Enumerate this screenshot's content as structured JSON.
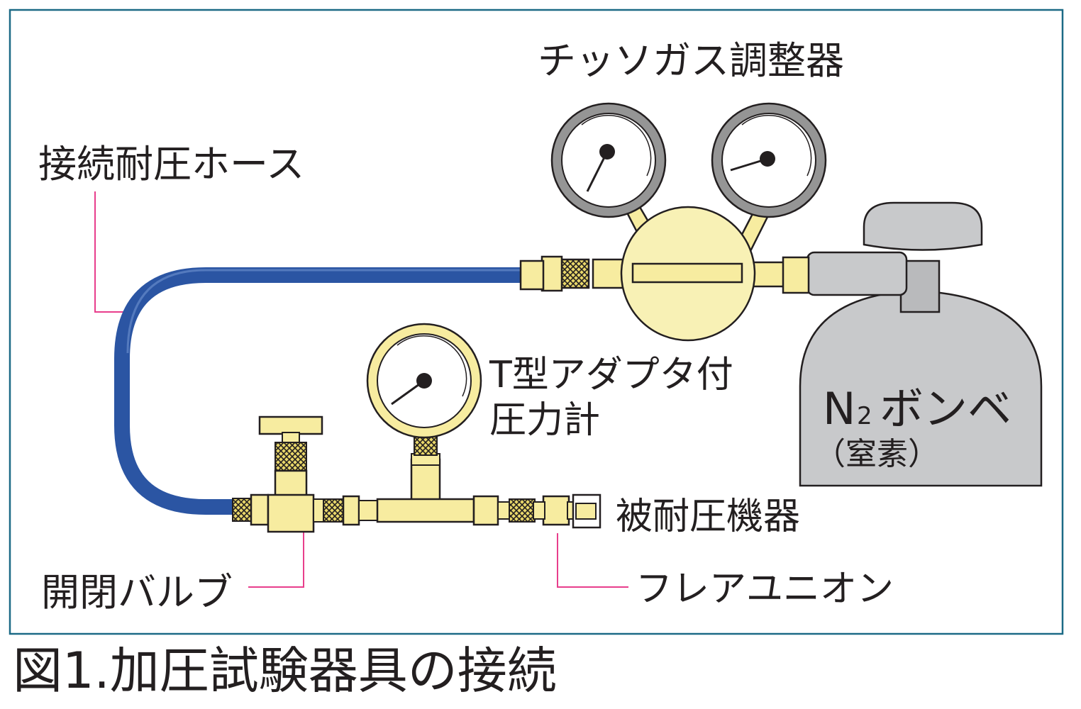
{
  "labels": {
    "regulator": "チッソガス調整器",
    "hose": "接続耐圧ホース",
    "t_adapter_line1": "T型アダプタ付",
    "t_adapter_line2": "圧力計",
    "cylinder_n": "N",
    "cylinder_sub": "2",
    "cylinder_name": "ボンベ",
    "cylinder_sub_name": "（窒素）",
    "device": "被耐圧機器",
    "valve": "開閉バルブ",
    "flare": "フレアユニオン"
  },
  "caption": "図1.加圧試験器具の接続",
  "colors": {
    "frame": "#1c6a86",
    "hose": "#2b55a3",
    "brass": "#f7eca0",
    "regulator_body": "#f8f1b5",
    "gauge_rim": "#959595",
    "cylinder": "#c8c9cb",
    "leader": "#e83e8c"
  }
}
